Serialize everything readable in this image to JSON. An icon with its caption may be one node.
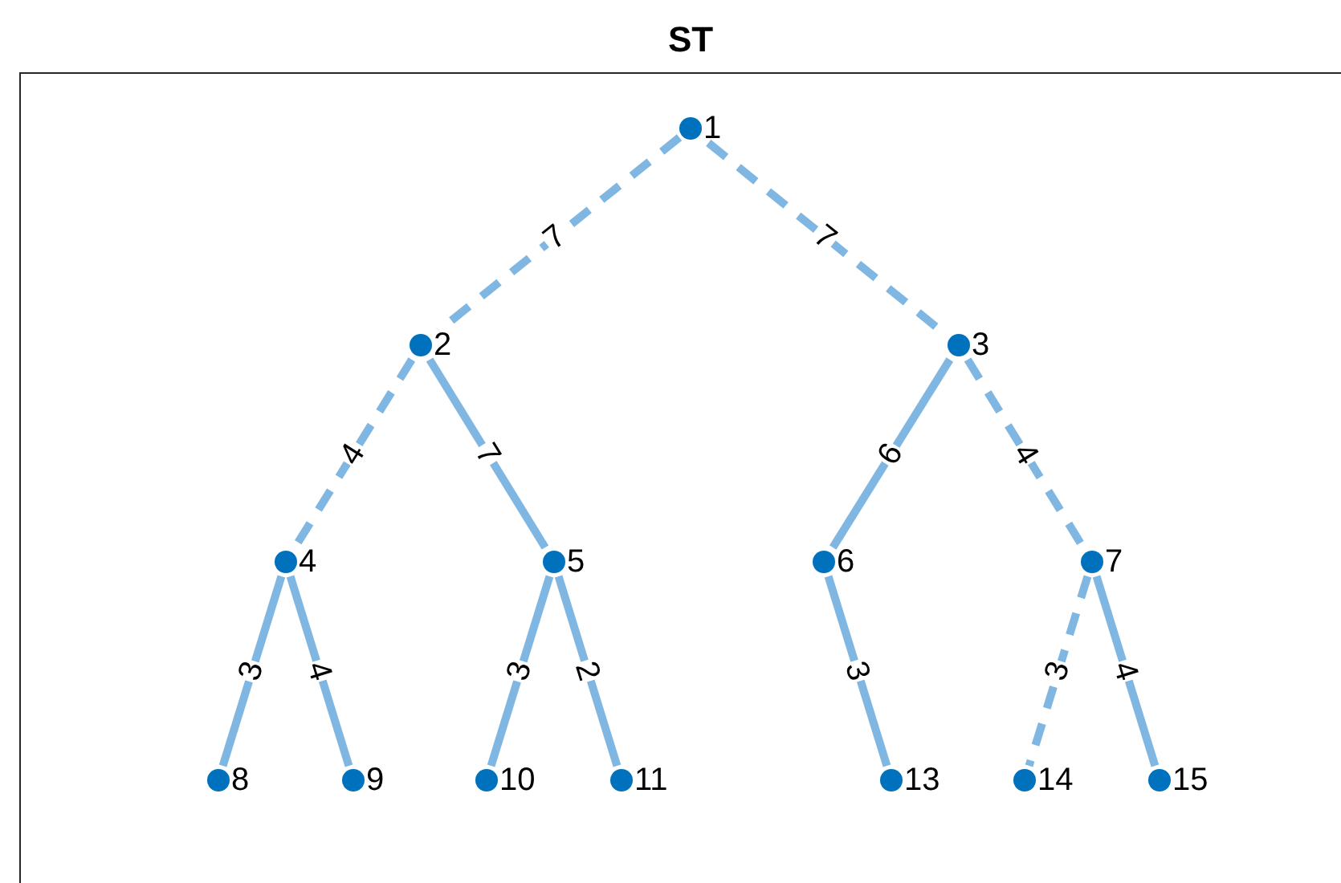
{
  "diagram": {
    "title": "ST",
    "nodes": [
      {
        "text": [
          "1"
        ]
      },
      {
        "text": [
          "2"
        ]
      },
      {
        "text": [
          "3"
        ]
      },
      {
        "text": [
          "4"
        ]
      },
      {
        "text": [
          "5"
        ]
      },
      {
        "text": [
          "6"
        ]
      },
      {
        "text": [
          "7"
        ]
      },
      {
        "text": [
          "8"
        ]
      },
      {
        "text": [
          "9"
        ]
      },
      {
        "text": [
          "10"
        ]
      },
      {
        "text": [
          "11"
        ]
      },
      {
        "text": [
          "13"
        ]
      },
      {
        "text": [
          "14"
        ]
      },
      {
        "text": [
          "15"
        ]
      }
    ],
    "edges": [
      {
        "from": 0,
        "to": 1,
        "arrow": "none",
        "label": "7",
        "style": "dashed"
      },
      {
        "from": 0,
        "to": 2,
        "arrow": "none",
        "label": "7",
        "style": "dashed"
      },
      {
        "from": 1,
        "to": 3,
        "arrow": "none",
        "label": "4",
        "style": "dashed"
      },
      {
        "from": 1,
        "to": 4,
        "arrow": "none",
        "label": "7"
      },
      {
        "from": 2,
        "to": 5,
        "arrow": "none",
        "label": "6"
      },
      {
        "from": 2,
        "to": 6,
        "arrow": "none",
        "label": "4",
        "style": "dashed"
      },
      {
        "from": 3,
        "to": 7,
        "arrow": "none",
        "label": "3"
      },
      {
        "from": 3,
        "to": 8,
        "arrow": "none",
        "label": "4"
      },
      {
        "from": 4,
        "to": 9,
        "arrow": "none",
        "label": "3"
      },
      {
        "from": 4,
        "to": 10,
        "arrow": "none",
        "label": "2"
      },
      {
        "from": 5,
        "to": 11,
        "arrow": "none",
        "label": "3"
      },
      {
        "from": 6,
        "to": 12,
        "arrow": "none",
        "label": "3",
        "style": "dashed"
      },
      {
        "from": 6,
        "to": 13,
        "arrow": "none",
        "label": "4"
      }
    ]
  }
}
